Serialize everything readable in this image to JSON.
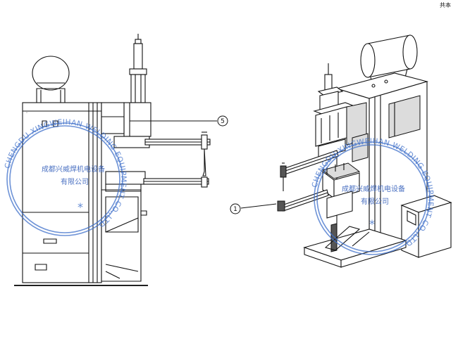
{
  "corner_mark": "共本",
  "callouts": [
    {
      "id": "callout-5",
      "label": "5"
    },
    {
      "id": "callout-1",
      "label": "1"
    }
  ],
  "stamps": [
    {
      "ring_text": "CHENGDU XINGWEIHAN WELDING EQUIPMENT CO.,LTD",
      "line1": "成都兴威焊机电设备",
      "line2": "有限公司",
      "star": "*"
    },
    {
      "ring_text": "CHENGDU XINGWEIHAN WELDING EQUIPMENT CO.,LTD",
      "line1": "成都兴威焊机电设备",
      "line2": "有限公司",
      "star": "*"
    }
  ],
  "colors": {
    "line": "#111111",
    "stamp": "#3e6fc9"
  }
}
